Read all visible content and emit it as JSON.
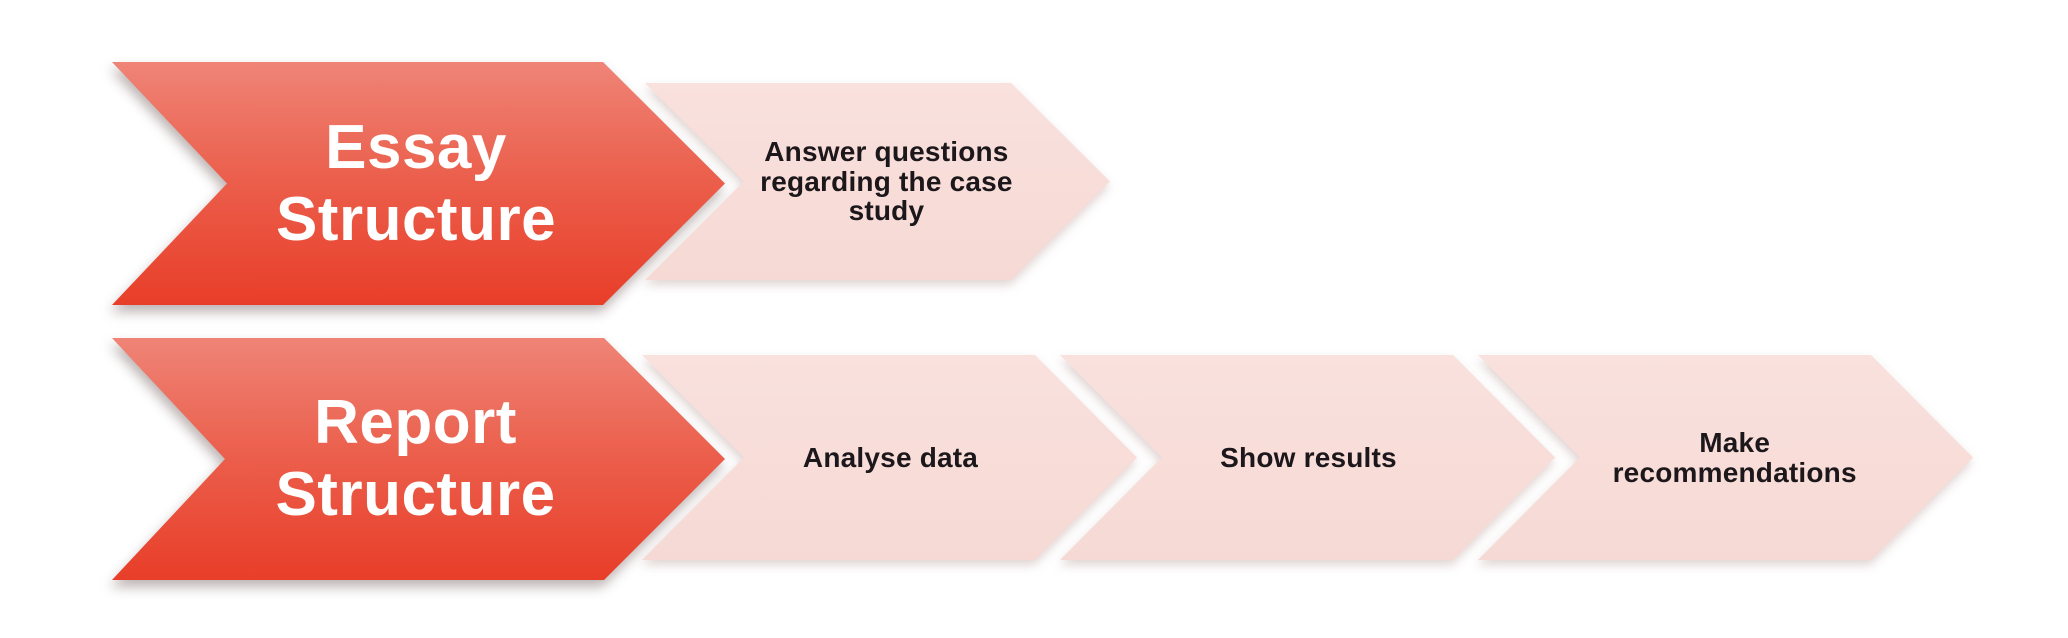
{
  "colors": {
    "arrow_red_top": "#EE8276",
    "arrow_red_bottom": "#E83E29",
    "arrow_pink": "#F7DBD7",
    "label_on_red": "#FFFFFF",
    "label_on_pink": "#1C171A",
    "background": "#FFFFFF"
  },
  "rows": [
    {
      "title": "Essay Structure",
      "steps": [
        "Answer questions regarding the case study"
      ]
    },
    {
      "title": "Report Structure",
      "steps": [
        "Analyse data",
        "Show results",
        "Make recommendations"
      ]
    }
  ]
}
